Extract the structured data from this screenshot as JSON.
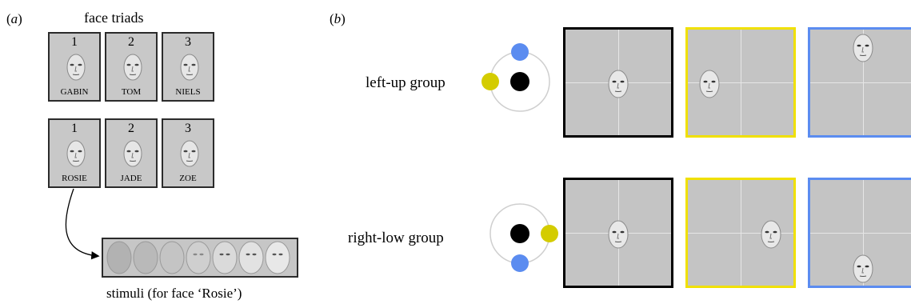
{
  "panel_a": {
    "label_paren_open": "(",
    "label_letter": "a",
    "label_paren_close": ")",
    "title": "face triads",
    "triad1": [
      {
        "number": "1",
        "name": "GABIN"
      },
      {
        "number": "2",
        "name": "TOM"
      },
      {
        "number": "3",
        "name": "NIELS"
      }
    ],
    "triad2": [
      {
        "number": "1",
        "name": "ROSIE"
      },
      {
        "number": "2",
        "name": "JADE"
      },
      {
        "number": "3",
        "name": "ZOE"
      }
    ],
    "stimuli_caption": "stimuli (for face ‘Rosie’)"
  },
  "panel_b": {
    "label_paren_open": "(",
    "label_letter": "b",
    "label_paren_close": ")",
    "groups": [
      {
        "label": "left-up group"
      },
      {
        "label": "right-low group"
      }
    ]
  },
  "colors": {
    "blue": "#5b8cf0",
    "yellow": "#d4cc00",
    "black": "#000000",
    "screen_gray": "#c4c4c4"
  }
}
